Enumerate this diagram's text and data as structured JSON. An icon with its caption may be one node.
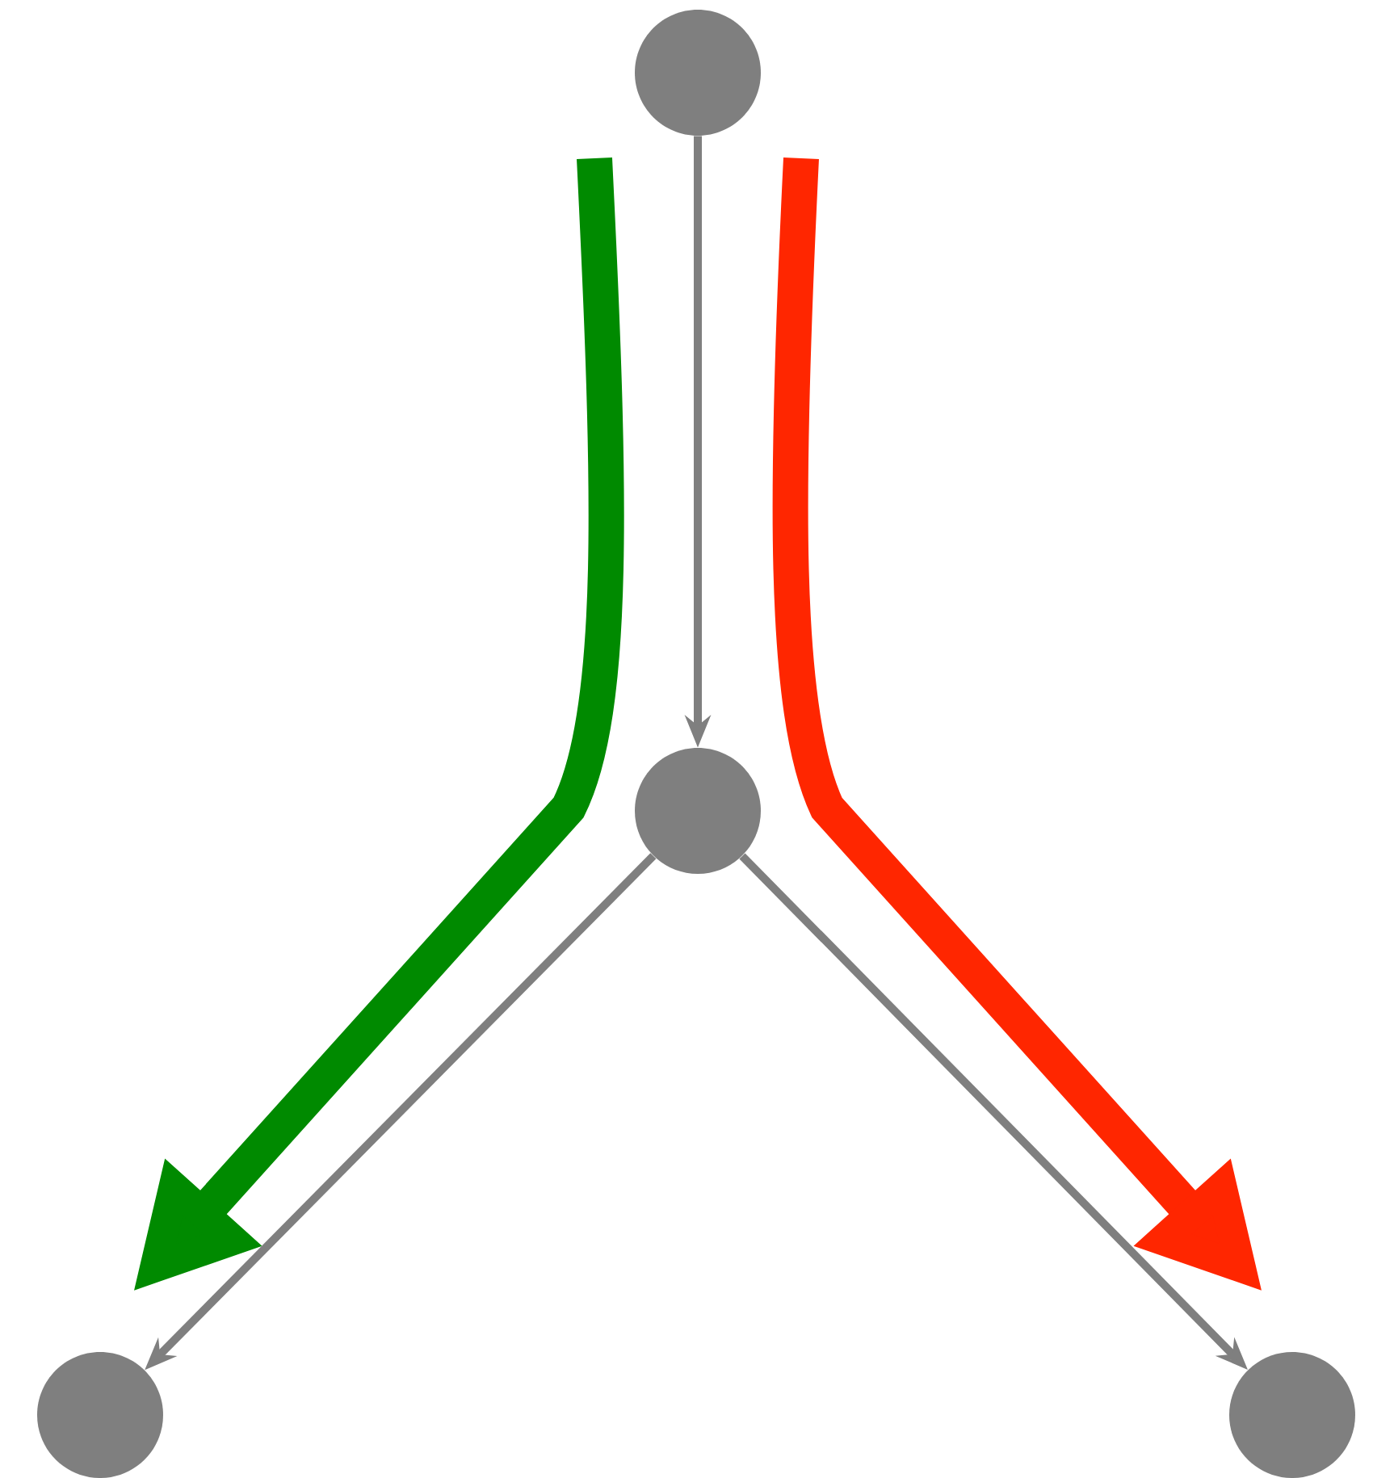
{
  "diagram": {
    "nodes": [
      {
        "text": [],
        "shape": "circle"
      },
      {
        "text": [],
        "shape": "circle"
      },
      {
        "text": [],
        "shape": "circle"
      },
      {
        "text": [],
        "shape": "circle"
      }
    ],
    "edges": [
      {
        "from": 0,
        "to": 1,
        "arrow": "to"
      },
      {
        "from": 1,
        "to": 2,
        "arrow": "to"
      },
      {
        "from": 1,
        "to": 3,
        "arrow": "to"
      }
    ]
  }
}
